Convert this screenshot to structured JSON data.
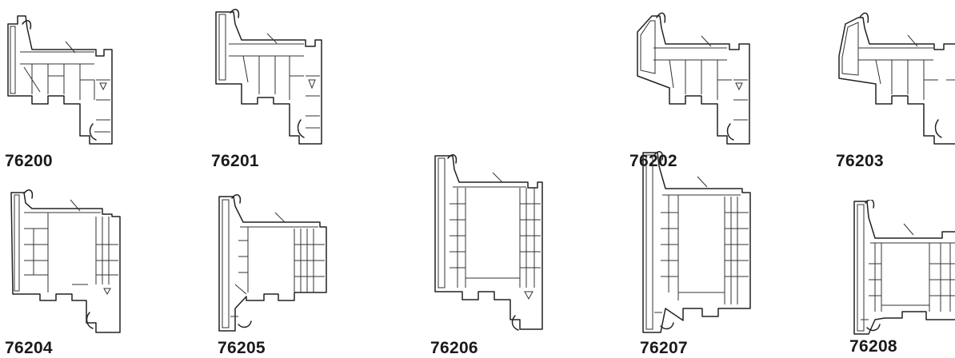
{
  "profiles": [
    {
      "code": "76200"
    },
    {
      "code": "76201"
    },
    {
      "code": "76202"
    },
    {
      "code": "76203"
    },
    {
      "code": "76204"
    },
    {
      "code": "76205"
    },
    {
      "code": "76206"
    },
    {
      "code": "76207"
    },
    {
      "code": "76208"
    }
  ]
}
